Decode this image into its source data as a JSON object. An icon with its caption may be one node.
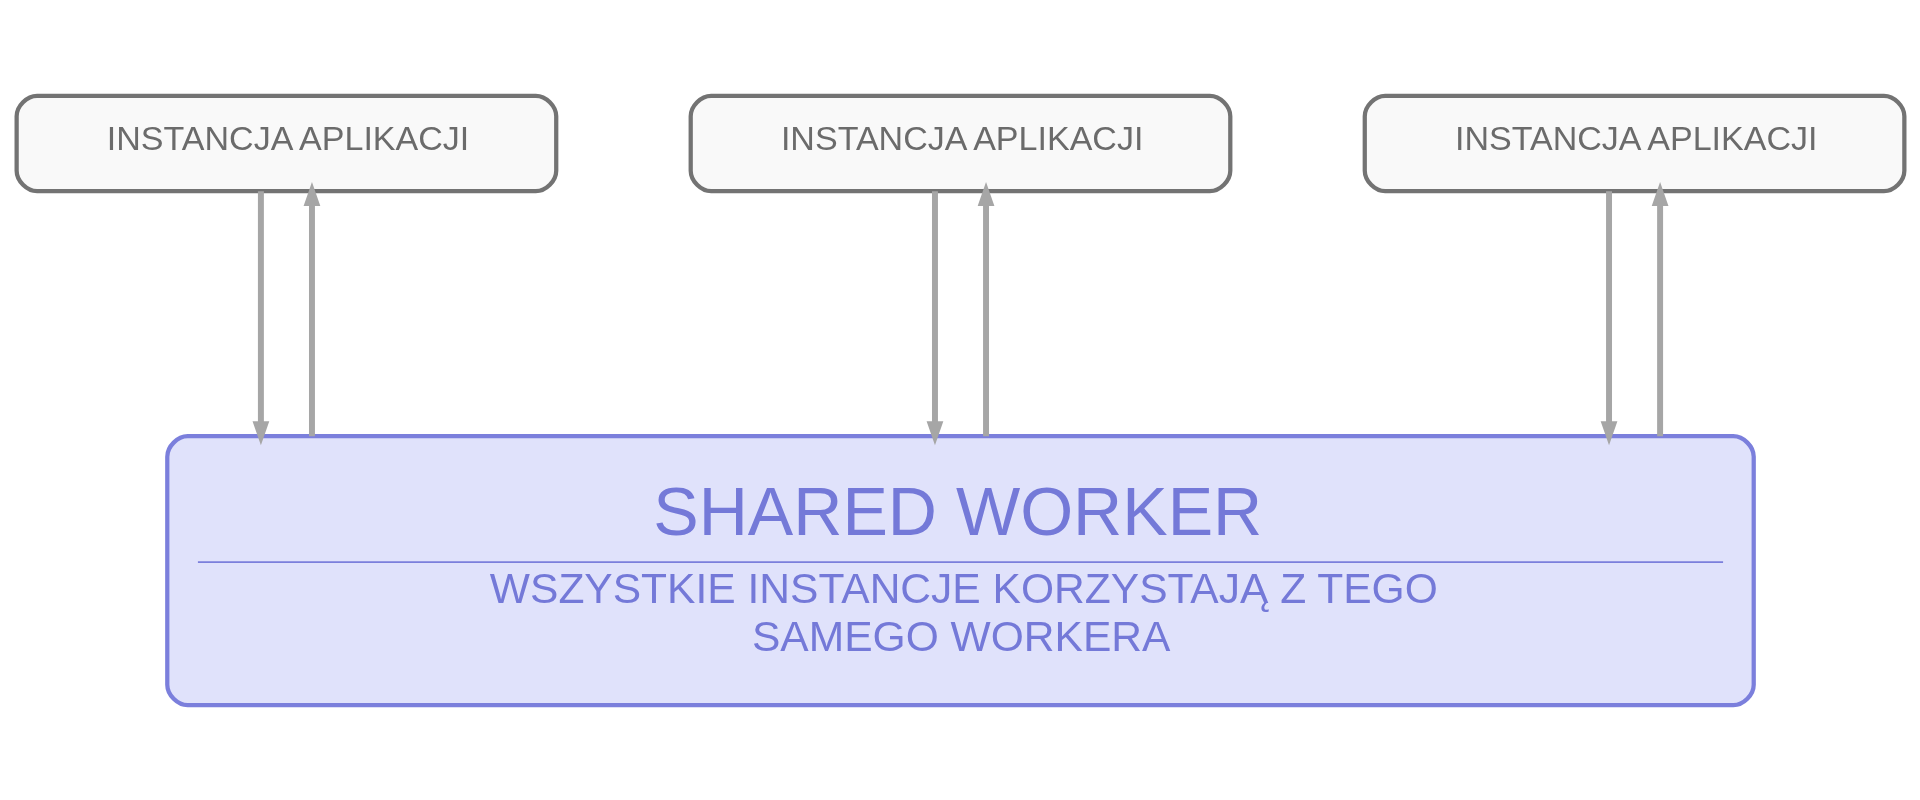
{
  "diagram": {
    "nodes": [
      {
        "text": [
          "INSTANCJA APLIKACJI"
        ]
      },
      {
        "text": [
          "INSTANCJA APLIKACJI"
        ]
      },
      {
        "text": [
          "INSTANCJA APLIKACJI"
        ]
      },
      {
        "text": [
          "SHARED WORKER",
          "WSZYSTKIE INSTANCJE KORZYSTAJĄ Z TEGO SAMEGO WORKERA"
        ]
      }
    ],
    "edges": [
      {
        "from": 0,
        "to": 3,
        "arrow": "to"
      },
      {
        "from": 3,
        "to": 0,
        "arrow": "to"
      },
      {
        "from": 1,
        "to": 3,
        "arrow": "to"
      },
      {
        "from": 3,
        "to": 1,
        "arrow": "to"
      },
      {
        "from": 2,
        "to": 3,
        "arrow": "to"
      },
      {
        "from": 3,
        "to": 2,
        "arrow": "to"
      }
    ]
  }
}
